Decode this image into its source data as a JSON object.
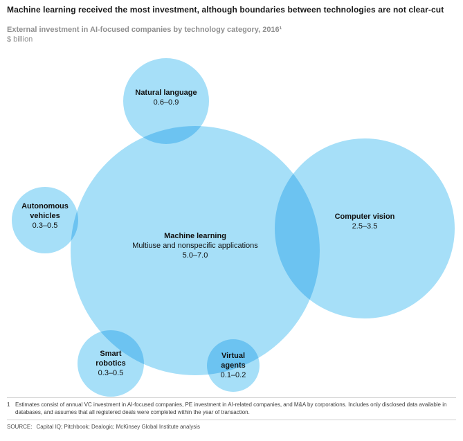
{
  "header": {
    "title": "Machine learning received the most investment, although boundaries between technologies are not clear-cut",
    "subtitle": "External investment in AI-focused companies by technology category, 2016¹",
    "unit": "$ billion"
  },
  "chart_data": {
    "type": "bubble",
    "title": "External investment in AI-focused companies by technology category, 2016",
    "unit": "$ billion",
    "bubble_color": "#a6dff8",
    "bubbles": [
      {
        "name": "Machine learning",
        "sublabel": "Multiuse and nonspecific applications",
        "value": "5.0–7.0",
        "value_range": [
          5.0,
          7.0
        ]
      },
      {
        "name": "Computer vision",
        "value": "2.5–3.5",
        "value_range": [
          2.5,
          3.5
        ]
      },
      {
        "name": "Natural language",
        "value": "0.6–0.9",
        "value_range": [
          0.6,
          0.9
        ]
      },
      {
        "name": "Autonomous vehicles",
        "value": "0.3–0.5",
        "value_range": [
          0.3,
          0.5
        ]
      },
      {
        "name": "Smart robotics",
        "value": "0.3–0.5",
        "value_range": [
          0.3,
          0.5
        ]
      },
      {
        "name": "Virtual agents",
        "value": "0.1–0.2",
        "value_range": [
          0.1,
          0.2
        ]
      }
    ]
  },
  "footnote": {
    "marker": "1",
    "text": "Estimates consist of annual VC investment in AI-focused companies, PE investment in AI-related companies, and M&A by corporations. Includes only disclosed data available in databases, and assumes that all registered deals were completed within the year of transaction."
  },
  "source": {
    "label": "SOURCE:",
    "text": "Capital IQ; Pitchbook; Dealogic; McKinsey Global Institute analysis"
  }
}
